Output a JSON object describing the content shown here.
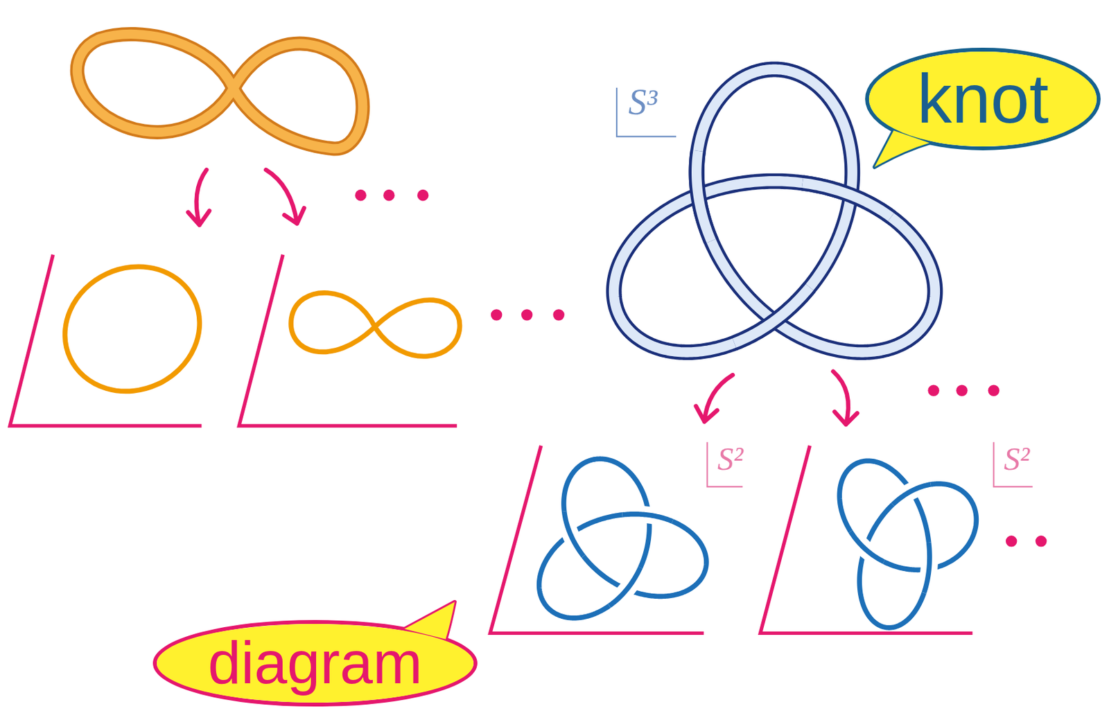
{
  "diagram": {
    "nodes": [
      {
        "text": [
          "knot"
        ]
      },
      {
        "text": [
          "diagram"
        ]
      }
    ],
    "labels": [
      "S³",
      "S²",
      "S²"
    ]
  }
}
